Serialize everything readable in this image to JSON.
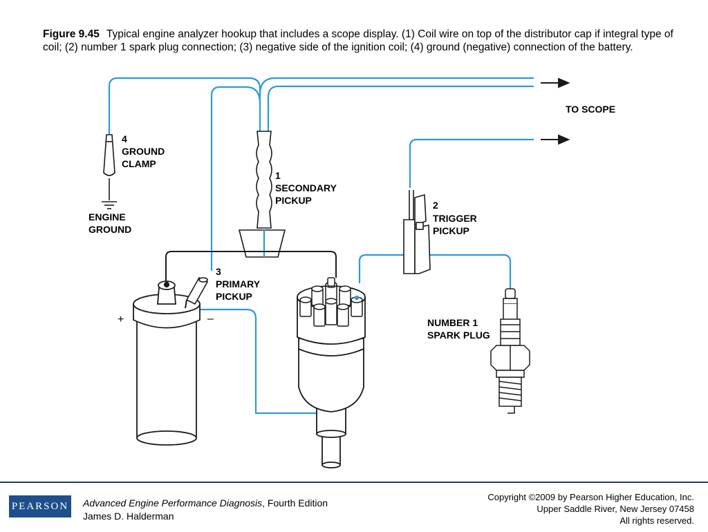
{
  "caption": {
    "figure_number": "Figure 9.45",
    "text": "Typical engine analyzer hookup that includes a scope display. (1) Coil wire on top of the distributor cap if integral type of coil; (2) number 1 spark plug connection; (3) negative side of the ignition coil; (4) ground (negative) connection of the battery."
  },
  "labels": {
    "to_scope": "TO SCOPE",
    "ground_clamp": {
      "number": "4",
      "line1": "GROUND",
      "line2": "CLAMP"
    },
    "engine_ground": {
      "line1": "ENGINE",
      "line2": "GROUND"
    },
    "secondary_pickup": {
      "number": "1",
      "line1": "SECONDARY",
      "line2": "PICKUP"
    },
    "trigger_pickup": {
      "number": "2",
      "line1": "TRIGGER",
      "line2": "PICKUP"
    },
    "primary_pickup": {
      "number": "3",
      "line1": "PRIMARY",
      "line2": "PICKUP"
    },
    "spark_plug": {
      "line1": "NUMBER 1",
      "line2": "SPARK PLUG"
    },
    "coil_plus": "+",
    "coil_minus": "–"
  },
  "footer": {
    "logo": "PEARSON",
    "book_title": "Advanced Engine Performance Diagnosis",
    "edition": ", Fourth Edition",
    "author": "James D. Halderman",
    "copyright_line1": "Copyright ©2009 by Pearson Higher Education, Inc.",
    "copyright_line2": "Upper Saddle River, New Jersey 07458",
    "copyright_line3": "All rights reserved."
  },
  "colors": {
    "wire_blue": "#2b9bd8",
    "ink": "#1a1a1a",
    "footer_rule": "#1f3a73",
    "logo_bg": "#1e4e8c"
  }
}
